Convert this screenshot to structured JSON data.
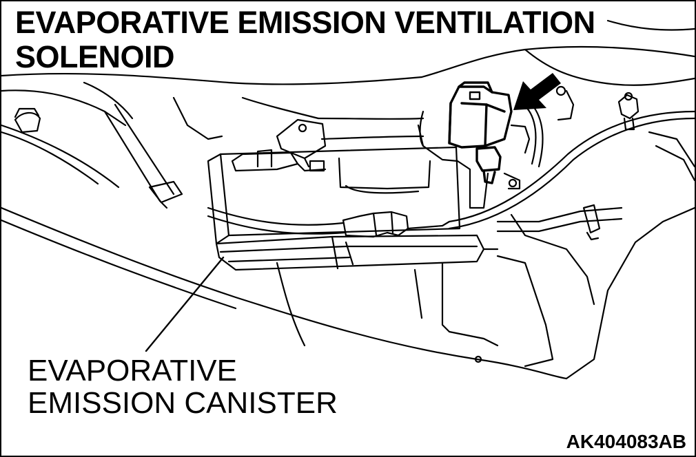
{
  "title": {
    "line1": "EVAPORATIVE EMISSION VENTILATION",
    "line2": "SOLENOID"
  },
  "canister_label": {
    "line1": "EVAPORATIVE",
    "line2": "EMISSION CANISTER"
  },
  "figure_code": "AK404083AB"
}
